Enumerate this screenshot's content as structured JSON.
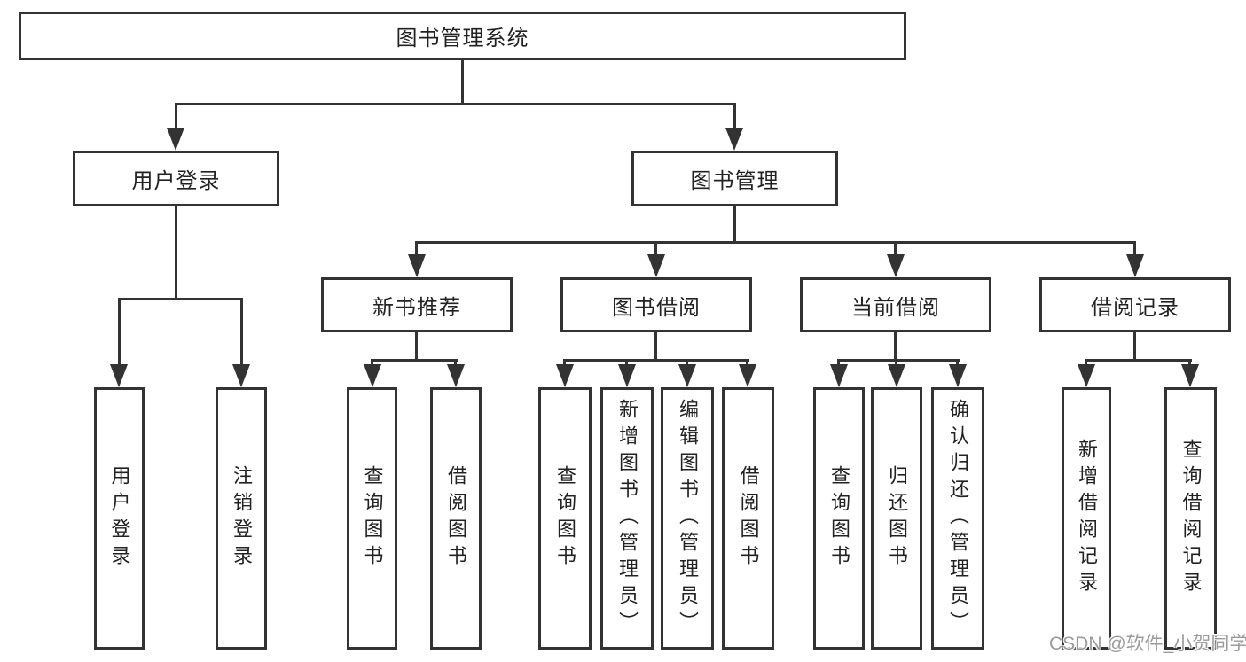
{
  "diagram": {
    "title": "图书管理系统",
    "root": {
      "label": "图书管理系统"
    },
    "children": [
      {
        "label": "用户登录",
        "children": [
          {
            "label": "用户登录"
          },
          {
            "label": "注销登录"
          }
        ]
      },
      {
        "label": "图书管理",
        "children": [
          {
            "label": "新书推荐",
            "children": [
              {
                "label": "查询图书"
              },
              {
                "label": "借阅图书"
              }
            ]
          },
          {
            "label": "图书借阅",
            "children": [
              {
                "label": "查询图书"
              },
              {
                "label": "新增图书（管理员）"
              },
              {
                "label": "编辑图书（管理员）"
              },
              {
                "label": "借阅图书"
              }
            ]
          },
          {
            "label": "当前借阅",
            "children": [
              {
                "label": "查询图书"
              },
              {
                "label": "归还图书"
              },
              {
                "label": "确认归还（管理员）"
              }
            ]
          },
          {
            "label": "借阅记录",
            "children": [
              {
                "label": "新增借阅记录"
              },
              {
                "label": "查询借阅记录"
              }
            ]
          }
        ]
      }
    ]
  },
  "watermark": {
    "text": "CSDN @软件_小贺同学"
  },
  "colors": {
    "line": "#333333",
    "node_border": "#333333",
    "node_background": "#ffffff",
    "text": "#222222",
    "watermark": "#8a8a8a",
    "background": "#ffffff"
  }
}
